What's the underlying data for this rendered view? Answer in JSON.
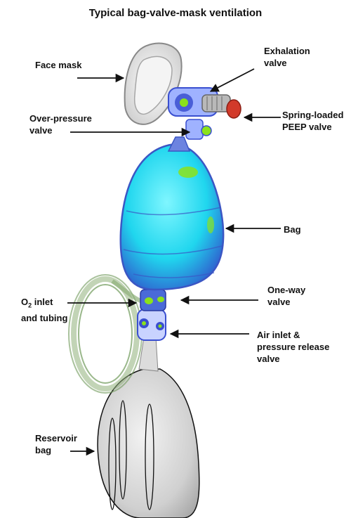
{
  "title": "Typical bag-valve-mask ventilation",
  "labels": {
    "face_mask": "Face mask",
    "exhalation_valve_1": "Exhalation",
    "exhalation_valve_2": "valve",
    "over_pressure_1": "Over-pressure",
    "over_pressure_2": "valve",
    "peep_1": "Spring-loaded",
    "peep_2": "PEEP valve",
    "bag": "Bag",
    "o2_inlet_o": "O",
    "o2_inlet_sub": "2",
    "o2_inlet_rest": " inlet",
    "o2_inlet_2": "and tubing",
    "one_way_1": "One-way",
    "one_way_2": "valve",
    "air_inlet_1": "Air inlet &",
    "air_inlet_2": "pressure release",
    "air_inlet_3": "valve",
    "reservoir_1": "Reservoir",
    "reservoir_2": "bag"
  },
  "colors": {
    "bag_fill": "#2ee6f2",
    "bag_edge": "#3b56c4",
    "valve_blue": "#3a4fd0",
    "valve_green": "#8be21b",
    "peep_red": "#d23a2a",
    "tubing": "#8fb07a",
    "mask": "#e4e4e4",
    "reservoir": "#cfcfcf"
  }
}
